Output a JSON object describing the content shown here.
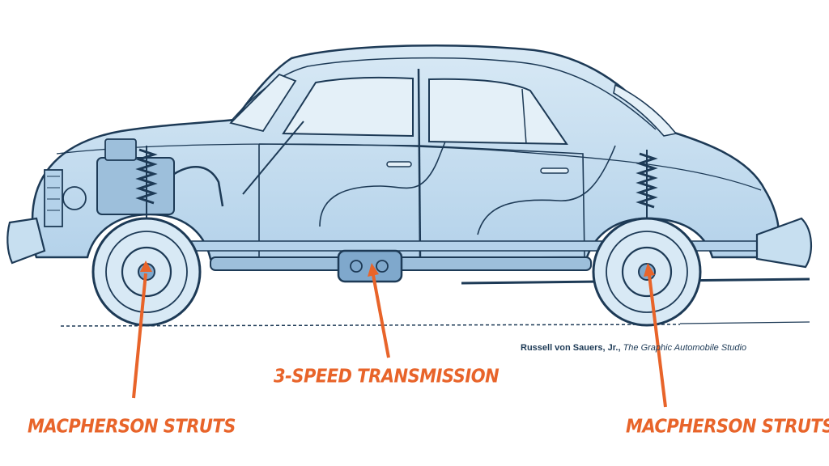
{
  "callouts": {
    "left": "MACPHERSON STRUTS",
    "center": "3-SPEED TRANSMISSION",
    "right": "MACPHERSON STRUTS"
  },
  "credit": {
    "author": "Russell von Sauers, Jr.,",
    "studio": "The Graphic Automobile Studio"
  },
  "colors": {
    "callout": "#e8642a",
    "drawing_line": "#1d3a56",
    "body_tint": "#c7dff0"
  }
}
